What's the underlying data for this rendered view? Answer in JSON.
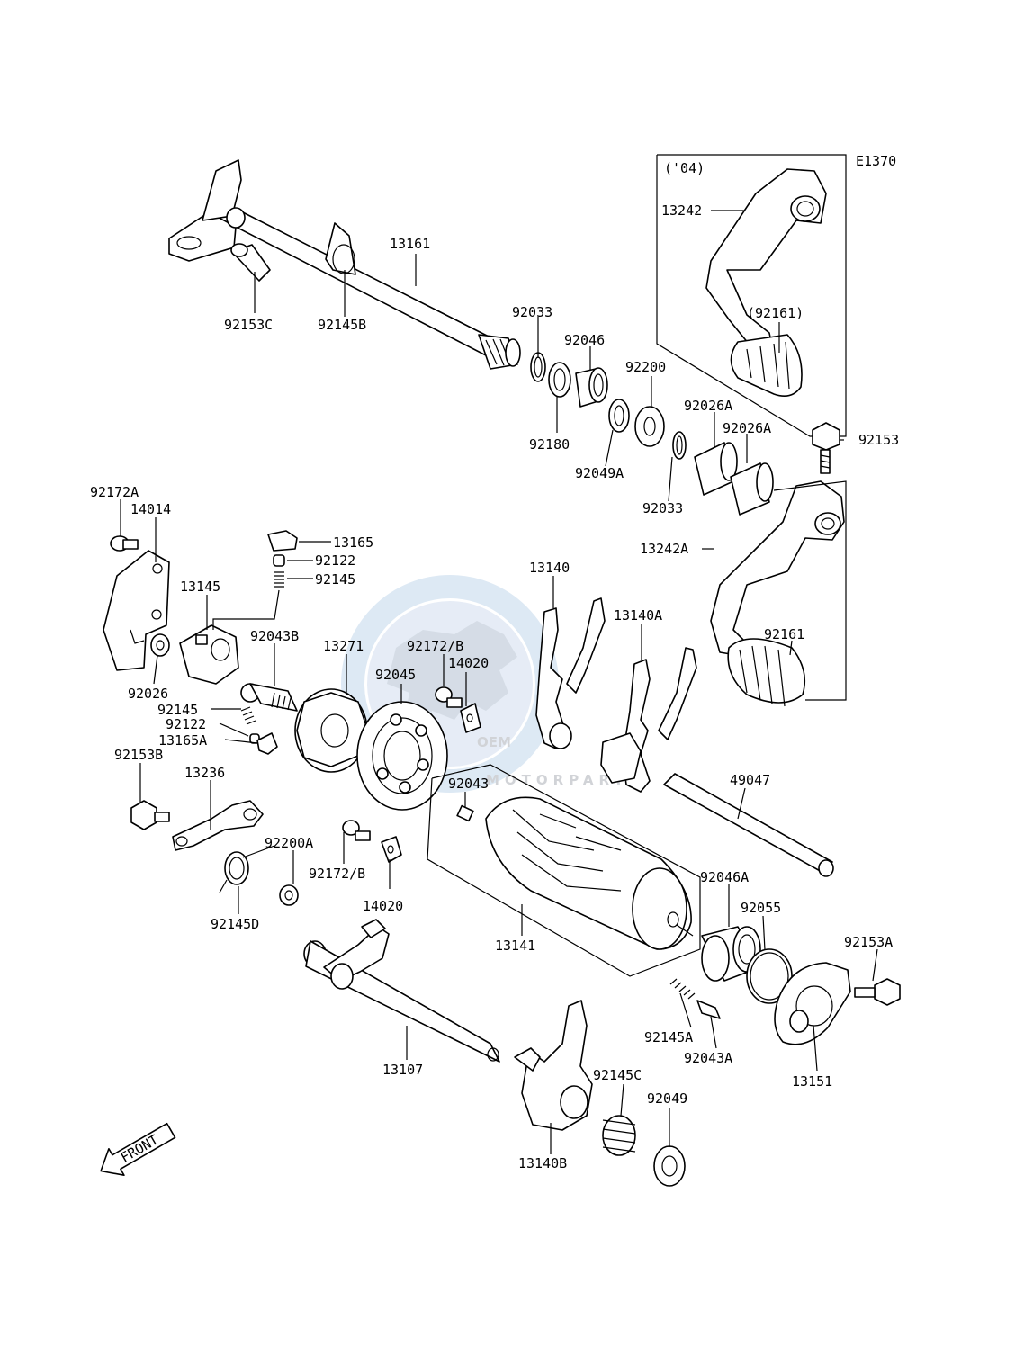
{
  "diagram": {
    "code": "E1370",
    "inset_label": "('04)",
    "watermark": {
      "main": "OEM",
      "sub": "MOTORPARTS"
    },
    "front_label": "FRONT",
    "parts": [
      "13161",
      "92153C",
      "92145B",
      "92033",
      "92046",
      "92180",
      "92049A",
      "92200",
      "92033",
      "92026A",
      "92026A",
      "92153",
      "13242",
      "(92161)",
      "13242A",
      "92161",
      "92172A",
      "14014",
      "13145",
      "92026",
      "13165",
      "92122",
      "92145",
      "92043B",
      "92145",
      "92122",
      "13165A",
      "13271",
      "92172/B",
      "14020",
      "92045",
      "13140",
      "13140A",
      "92153B",
      "13236",
      "92043",
      "49047",
      "92200A",
      "92172/B",
      "14020",
      "92145D",
      "13141",
      "92046A",
      "92055",
      "92153A",
      "13107",
      "92145A",
      "92043A",
      "13151",
      "13140B",
      "92145C",
      "92049"
    ]
  }
}
